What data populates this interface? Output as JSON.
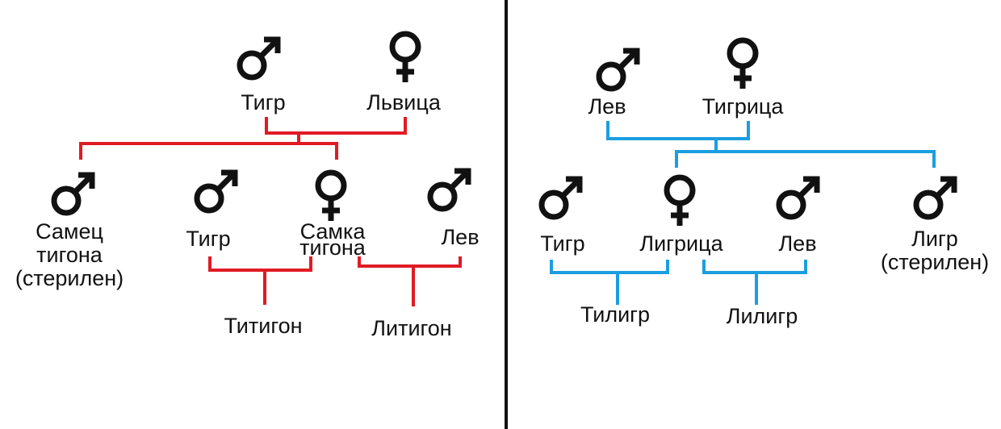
{
  "colors": {
    "left_lines": "#e01b24",
    "right_lines": "#1b9ee0",
    "ink": "#111111"
  },
  "left_tree": {
    "parents": {
      "male": "Тигр",
      "female": "Львица"
    },
    "children": {
      "male_tigon": "Самец\nтигона\n(стерилен)",
      "tiger": "Тигр",
      "female_tigon": "Самка\nтигона",
      "lion": "Лев"
    },
    "grandchildren": {
      "titigon": "Титигон",
      "litigon": "Литигон"
    },
    "symbols": [
      "male-symbol-icon",
      "female-symbol-icon"
    ]
  },
  "right_tree": {
    "parents": {
      "male": "Лев",
      "female": "Тигрица"
    },
    "children": {
      "tiger": "Тигр",
      "ligress": "Лигрица",
      "lion": "Лев",
      "liger": "Лигр\n(стерилен)"
    },
    "grandchildren": {
      "tiliger": "Тилигр",
      "liliger": "Лилигр"
    },
    "symbols": [
      "male-symbol-icon",
      "female-symbol-icon"
    ]
  }
}
